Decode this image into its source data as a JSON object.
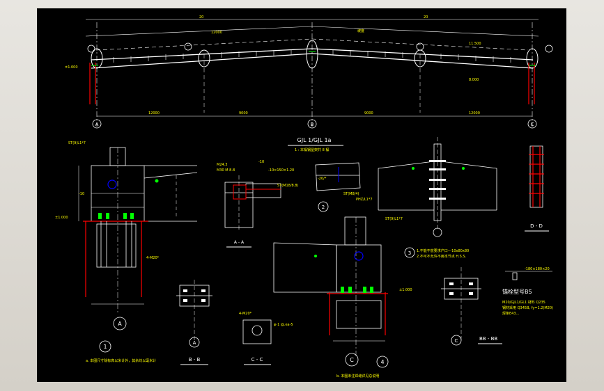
{
  "drawing": {
    "main_title": "GJL 1/GJL 1a",
    "main_subtitle": "1 : 本榀钢屋架共 8 榀",
    "grid_axes": [
      "A",
      "B",
      "C"
    ],
    "dims": {
      "top_left": "20",
      "top_right": "20",
      "span_mid": "12000",
      "bottom_left": "12000",
      "bottom_mid_l": "9000",
      "bottom_mid_r": "9000",
      "bottom_right": "12000",
      "slope_label": "坡度",
      "eave_mark": "11.500",
      "ridge_mark": "8.000"
    },
    "labels": {
      "detail1_top": "ST(9)L1*7",
      "detail1_elev": "±1.000",
      "detail_dim_10": "-10",
      "section_aa_label1": "M24.3",
      "section_aa_label2": "M30 M 8.8",
      "section_aa_label3": "-10",
      "section_aa_plate": "-10×150×1.20",
      "section_aa_bolt": "ST(M18/8.8)",
      "detail2_l1": "ST(M8/4)",
      "detail2_l2": "-20/*",
      "detail2_l3": "PHZ/L1*7",
      "detail3_note1": "1.不能不放要求产口---10x80x80",
      "detail3_note2": "2.不可不允许不用本节点 H.S.S.",
      "detail3_label": "ST(9)L1*7",
      "detail_dd": "D - D",
      "section_bb": "B - B",
      "section_cc": "C - C",
      "section_aa": "A - A",
      "section_bb2": "BB - BB",
      "bolt_note": "4-M20*",
      "cc_bolt": "4-M20*",
      "cc_note": "φ-1 @.ea-5",
      "anchor_title": "锚栓型号BS",
      "anchor_spec": "-180×180×20",
      "anchor_note1": "M20/GJL1/GL1 材料 Q235",
      "anchor_note2": "钢材采用 Q345B, fy=1.2(M20)",
      "anchor_note3": "焊条E43...",
      "footnote_left": "a. 本图尺寸除标高以米计外，其余均以毫米计",
      "footnote_right": "b. 本图未注焊缝详见总说明",
      "elev_mark": "±1.000",
      "elev_mark2": "±1.000"
    },
    "detail_numbers": [
      "1",
      "2",
      "3",
      "4"
    ],
    "circle_refs": [
      "A",
      "A",
      "C",
      "C"
    ],
    "colors": {
      "background": "#000000",
      "line": "#ffffff",
      "text": "#ffff00",
      "column": "#ff0000",
      "accent": "#00ff00",
      "bolt": "#0000ff"
    }
  }
}
